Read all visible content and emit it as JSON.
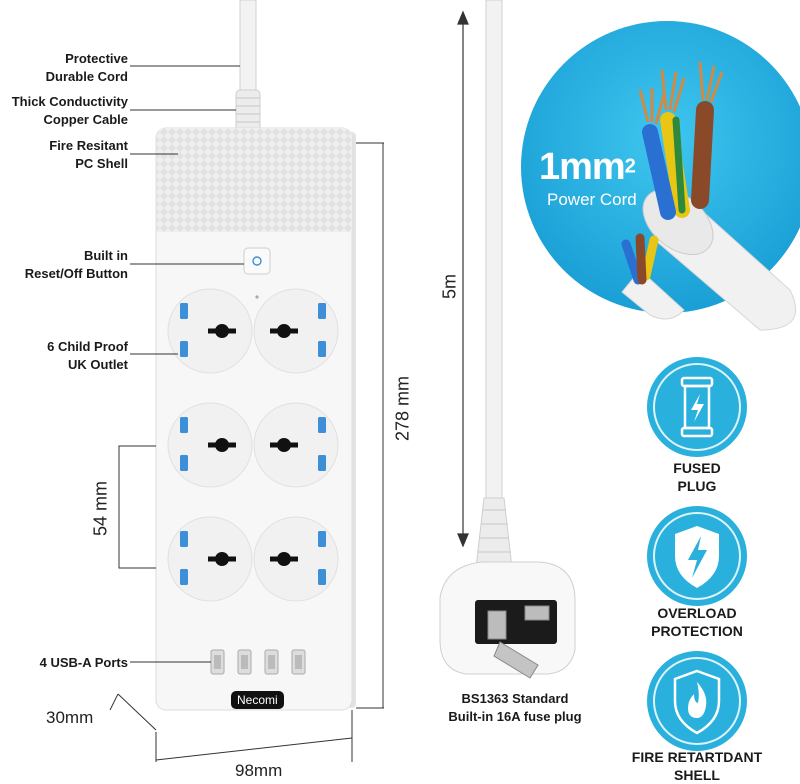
{
  "callouts": {
    "cord": [
      "Protective",
      "Durable Cord"
    ],
    "cable": [
      "Thick Conductivity",
      "Copper Cable"
    ],
    "shell": [
      "Fire Resitant",
      "PC Shell"
    ],
    "button": [
      "Built in",
      "Reset/Off Button"
    ],
    "outlets": [
      "6 Child Proof",
      "UK Outlet"
    ],
    "usb": "4 USB-A Ports"
  },
  "dimensions": {
    "length": "278 mm",
    "spacing": "54 mm",
    "depth": "30mm",
    "width": "98mm",
    "cord_length": "5m"
  },
  "brand": "Necomi",
  "power_cord": {
    "size": "1mm",
    "exponent": "2",
    "label": "Power Cord"
  },
  "plug_caption": [
    "BS1363 Standard",
    "Built-in 16A fuse plug"
  ],
  "features": [
    {
      "icon": "fuse-icon",
      "label": [
        "FUSED",
        "PLUG"
      ]
    },
    {
      "icon": "lightning-shield-icon",
      "label": [
        "OVERLOAD",
        "PROTECTION"
      ]
    },
    {
      "icon": "fire-shield-icon",
      "label": [
        "FIRE RETARTDANT",
        "SHELL"
      ]
    }
  ],
  "colors": {
    "accent": "#2ab0dc",
    "socket_blue": "#3d8fd8",
    "strip": "#f7f7f7"
  }
}
